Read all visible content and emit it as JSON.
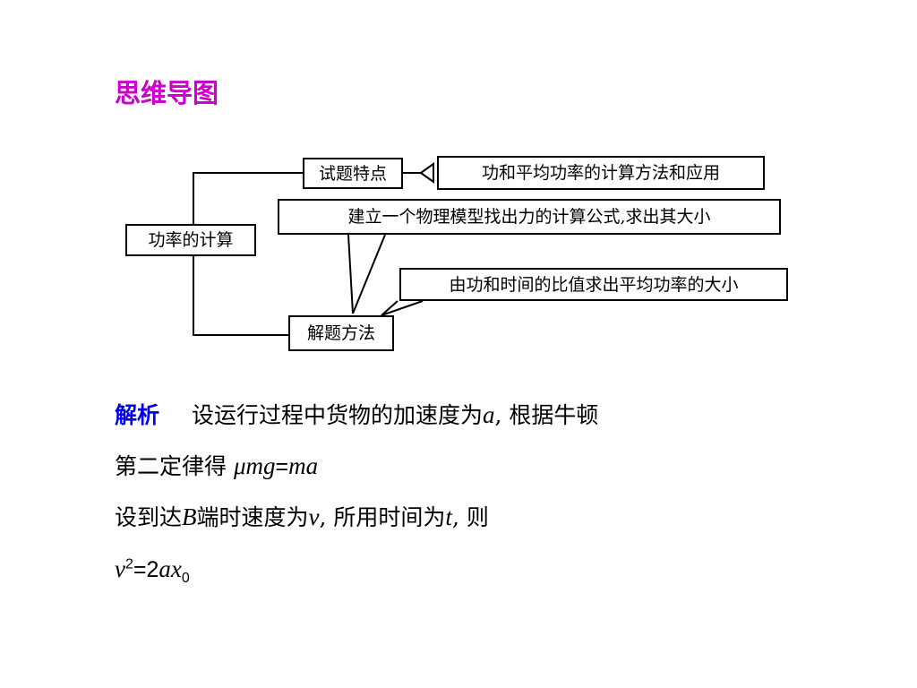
{
  "heading": "思维导图",
  "mind_map": {
    "root": "功率的计算",
    "branch_features": "试题特点",
    "branch_method": "解题方法",
    "feature_detail": "功和平均功率的计算方法和应用",
    "method_detail_1": "建立一个物理模型找出力的计算公式,求出其大小",
    "method_detail_2": "由功和时间的比值求出平均功率的大小"
  },
  "solution": {
    "label": "解析",
    "line1_text": "设运行过程中货物的加速度为",
    "line1_var": "a",
    "line1_tail": ", 根据牛顿",
    "line2_text": "第二定律得 ",
    "line2_mu": "μ",
    "line2_formula_a": "mg",
    "line2_eq": "=",
    "line2_formula_b": "ma",
    "line3_a": "设到达",
    "line3_B": "B",
    "line3_b": "端时速度为",
    "line3_v": "v",
    "line3_c": ", 所用时间为",
    "line3_t": "t",
    "line3_d": ", 则",
    "line4_v": "v",
    "line4_sup": "2",
    "line4_eq": "=2",
    "line4_ax": "ax",
    "line4_sub": "0"
  },
  "colors": {
    "heading": "#cc00cc",
    "label": "#0000ee"
  }
}
